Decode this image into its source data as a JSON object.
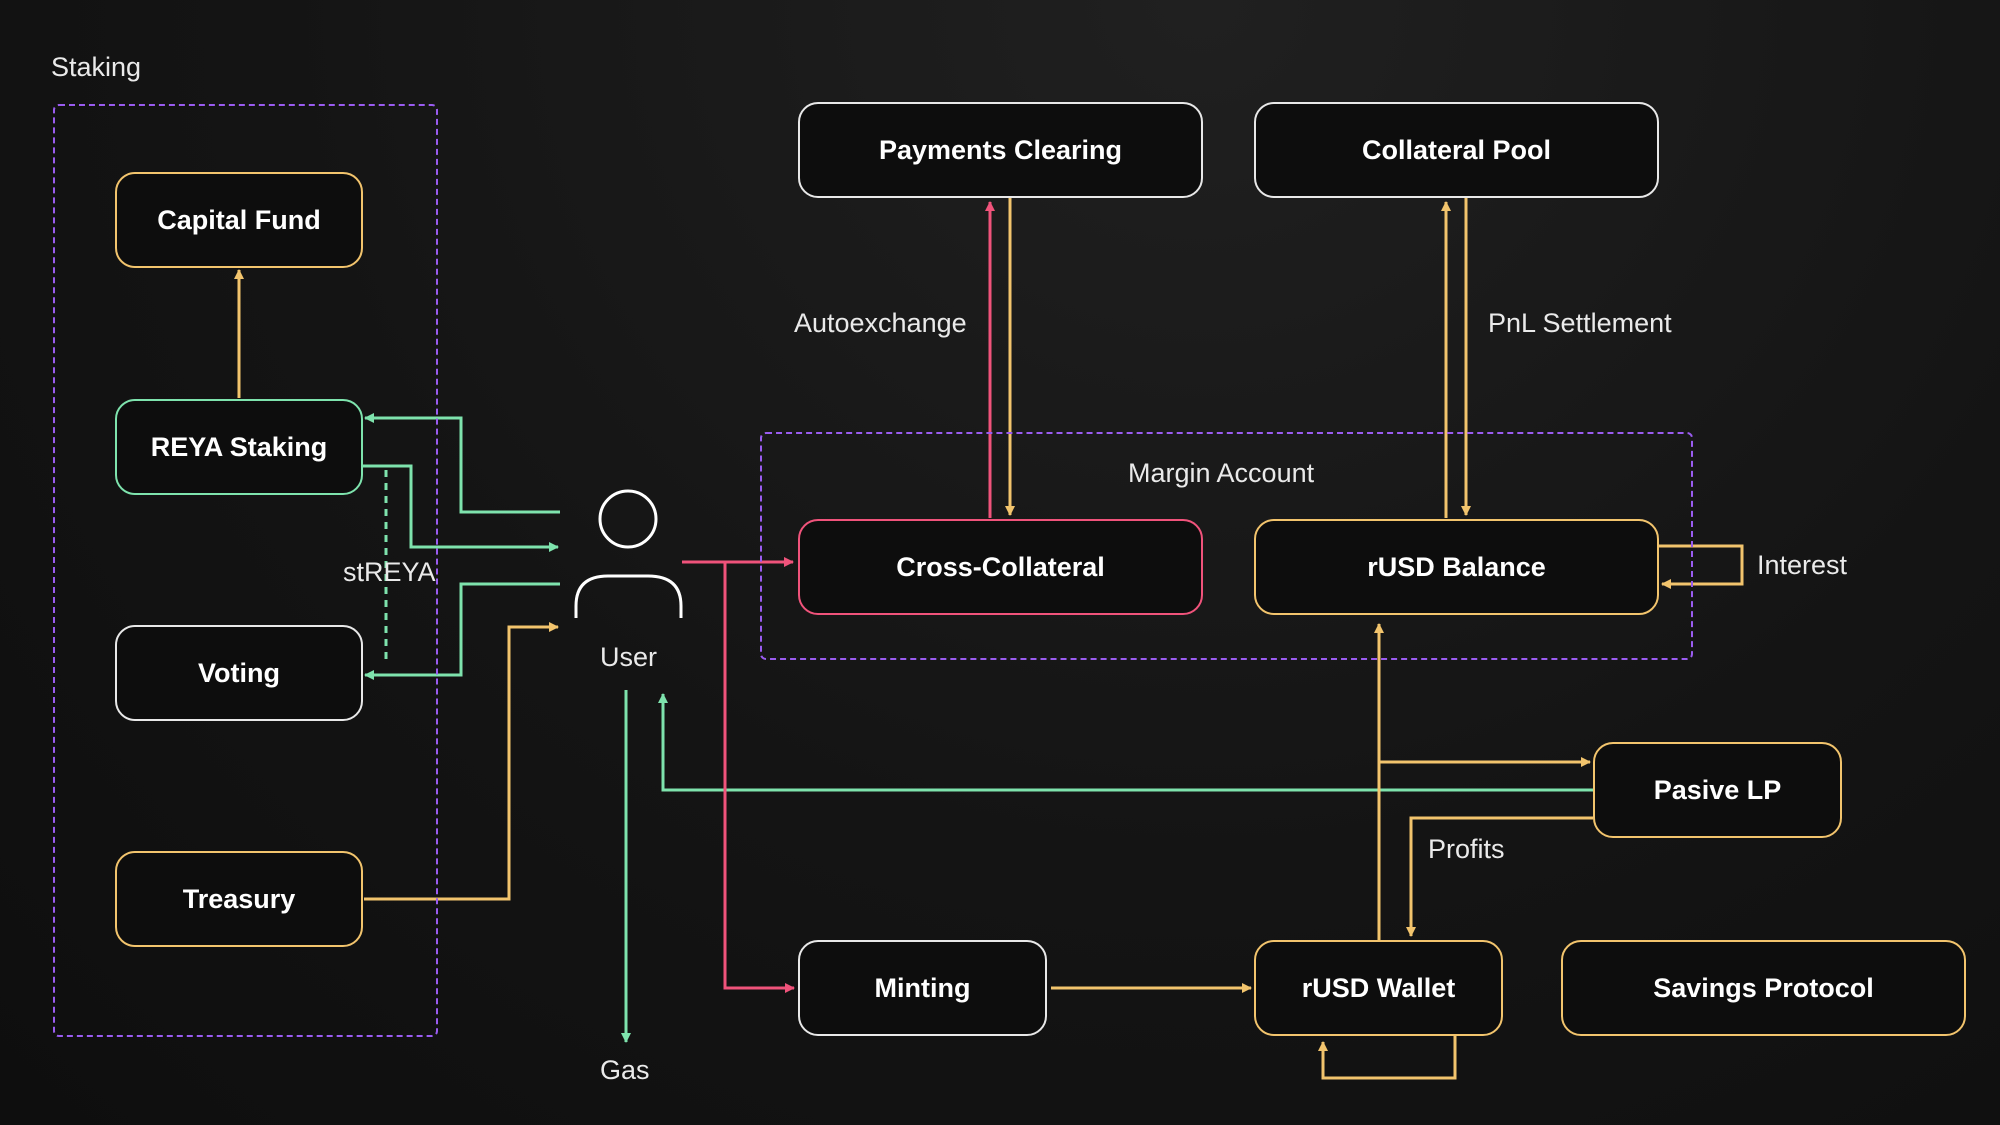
{
  "groups": {
    "staking": "Staking",
    "margin_account": "Margin Account"
  },
  "nodes": {
    "capital_fund": "Capital Fund",
    "reya_staking": "REYA Staking",
    "voting": "Voting",
    "treasury": "Treasury",
    "payments_clearing": "Payments Clearing",
    "collateral_pool": "Collateral Pool",
    "cross_collateral": "Cross-Collateral",
    "rusd_balance": "rUSD Balance",
    "pasive_lp": "Pasive LP",
    "minting": "Minting",
    "rusd_wallet": "rUSD Wallet",
    "savings_protocol": "Savings Protocol"
  },
  "actor": {
    "user": "User"
  },
  "edge_labels": {
    "streya": "stREYA",
    "autoexchange": "Autoexchange",
    "pnl_settlement": "PnL Settlement",
    "interest": "Interest",
    "profits": "Profits",
    "gas": "Gas"
  },
  "colors": {
    "yellow": "#f2c46d",
    "green": "#7ee3ad",
    "pink": "#f0537b",
    "purple": "#9a5cf0",
    "white": "#e8e8e8",
    "background": "#121212"
  }
}
